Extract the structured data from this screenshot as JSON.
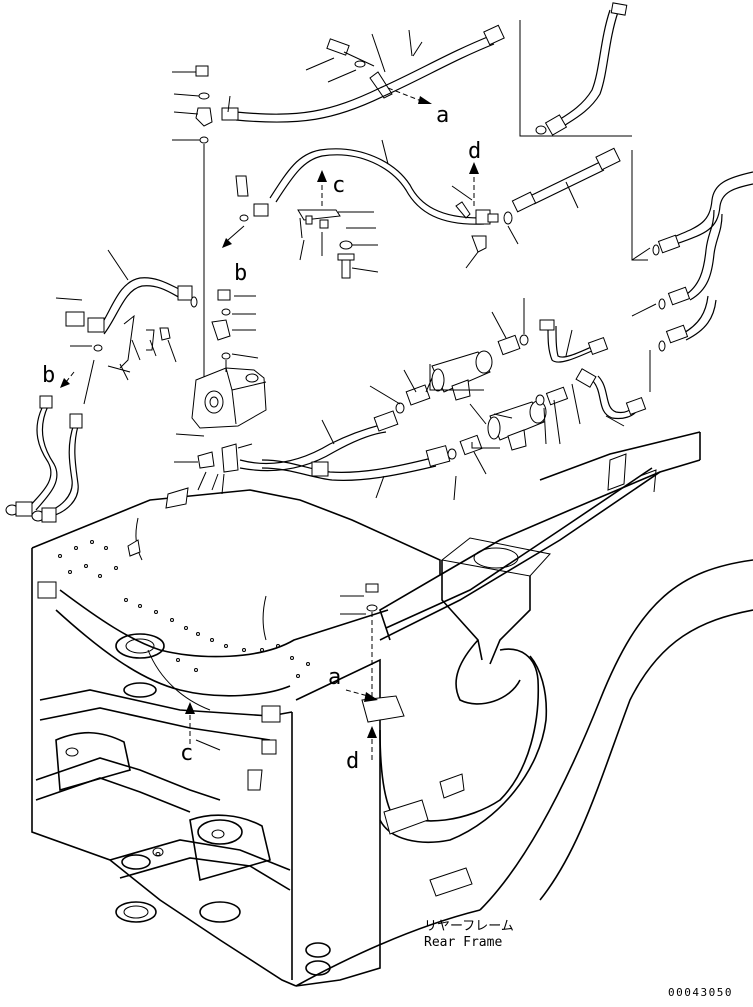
{
  "callout_letters": {
    "a_upper": "a",
    "d_upper": "d",
    "c_upper": "c",
    "b_mid": "b",
    "b_left": "b",
    "a_frame": "a",
    "d_frame": "d",
    "c_frame": "c"
  },
  "frame_label": {
    "japanese": "リヤーフレーム",
    "english": "Rear Frame"
  },
  "drawing_number": "00043050"
}
